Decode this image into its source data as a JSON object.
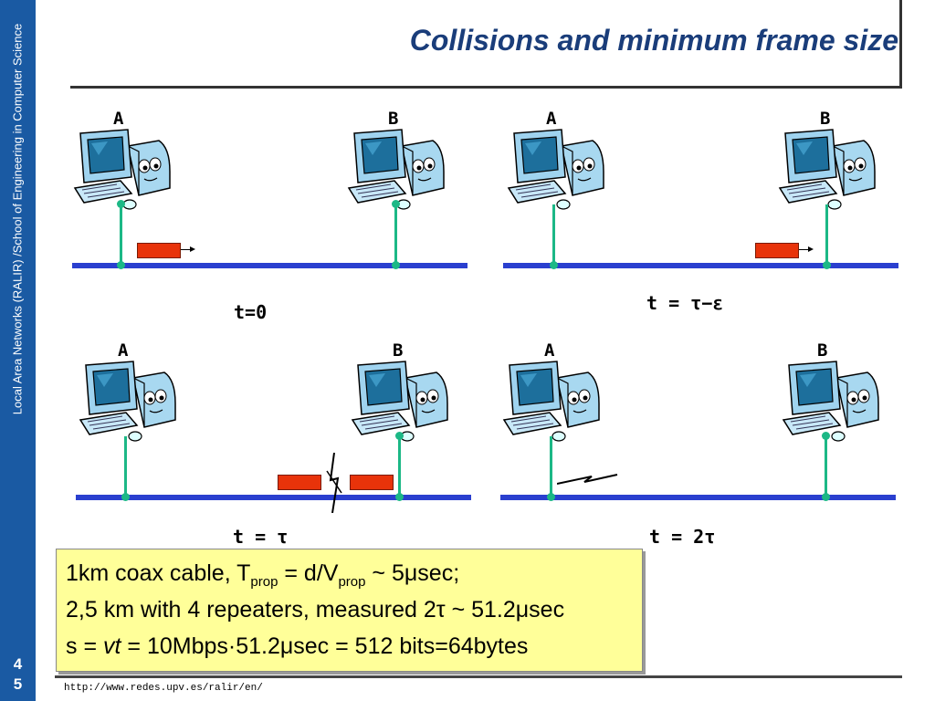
{
  "sidebar": {
    "text": "Local Area Networks (RALIR) /School of Engineering in Computer Science",
    "page_number_line1": "4",
    "page_number_line2": "5"
  },
  "slide": {
    "title": "Collisions and minimum frame size"
  },
  "panels": [
    {
      "label_a": "A",
      "label_b": "B",
      "time": "t=0"
    },
    {
      "label_a": "A",
      "label_b": "B",
      "time": "t = τ−ε"
    },
    {
      "label_a": "A",
      "label_b": "B",
      "time": "t = τ"
    },
    {
      "label_a": "A",
      "label_b": "B",
      "time": "t = 2τ"
    }
  ],
  "info": {
    "line1_a": "1km coax cable, T",
    "line1_sub1": "prop",
    "line1_b": " = d/V",
    "line1_sub2": "prop",
    "line1_c": " ~ 5μsec;",
    "line2": "2,5 km with 4 repeaters, measured 2τ ~ 51.2μsec",
    "line3_a": "s = ",
    "line3_vt": "vt",
    "line3_b": " = 10Mbps·51.2μsec = 512 bits=64bytes"
  },
  "footer": {
    "url": "http://www.redes.upv.es/ralir/en/"
  },
  "colors": {
    "sidebar": "#1a5aa3",
    "title": "#1a3d7a",
    "cable": "#2a3fcf",
    "drop": "#1cb886",
    "frame": "#e8330a",
    "infobox": "#ffff99"
  },
  "icons": [
    "computer-icon",
    "collision-bolt-icon"
  ]
}
